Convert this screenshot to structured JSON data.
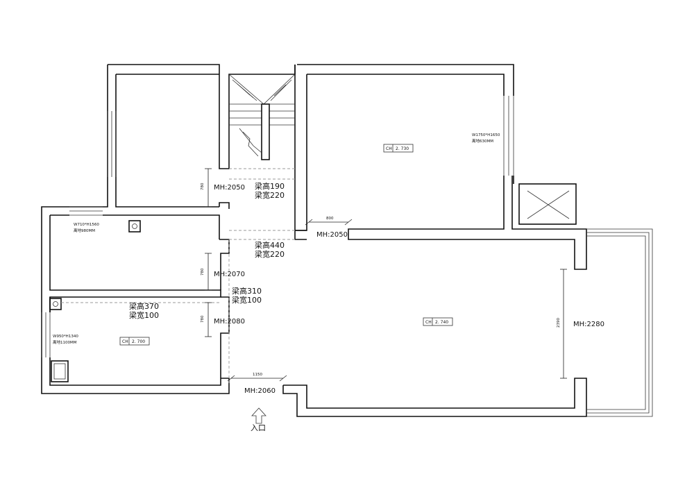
{
  "labels": {
    "mh_2050_left": "MH:2050",
    "mh_2050_right": "MH:2050",
    "mh_2070": "MH:2070",
    "mh_2080": "MH:2080",
    "mh_2060": "MH:2060",
    "mh_2280": "MH:2280",
    "beam_190_h": "梁高190",
    "beam_190_w": "梁宽220",
    "beam_440_h": "梁高440",
    "beam_440_w": "梁宽220",
    "beam_310_h": "梁高310",
    "beam_310_w": "梁宽100",
    "beam_370_h": "梁高370",
    "beam_370_w": "梁宽100",
    "ch_2730": "CH",
    "ch_2730_val": "2. 730",
    "ch_2740": "CH",
    "ch_2740_val": "2. 740",
    "ch_2700": "CH",
    "ch_2700_val": "2. 700",
    "win_right_size": "W1750*H1650",
    "win_right_sill": "离地630MM",
    "win_top_size": "W710*H1560",
    "win_top_sill": "离地980MM",
    "win_left_size": "W950*H1340",
    "win_left_sill": "离地1100MM",
    "dim_780_a": "780",
    "dim_780_b": "780",
    "dim_780_c": "780",
    "dim_800": "800",
    "dim_1150": "1150",
    "dim_2390": "2390",
    "entrance": "入口"
  }
}
